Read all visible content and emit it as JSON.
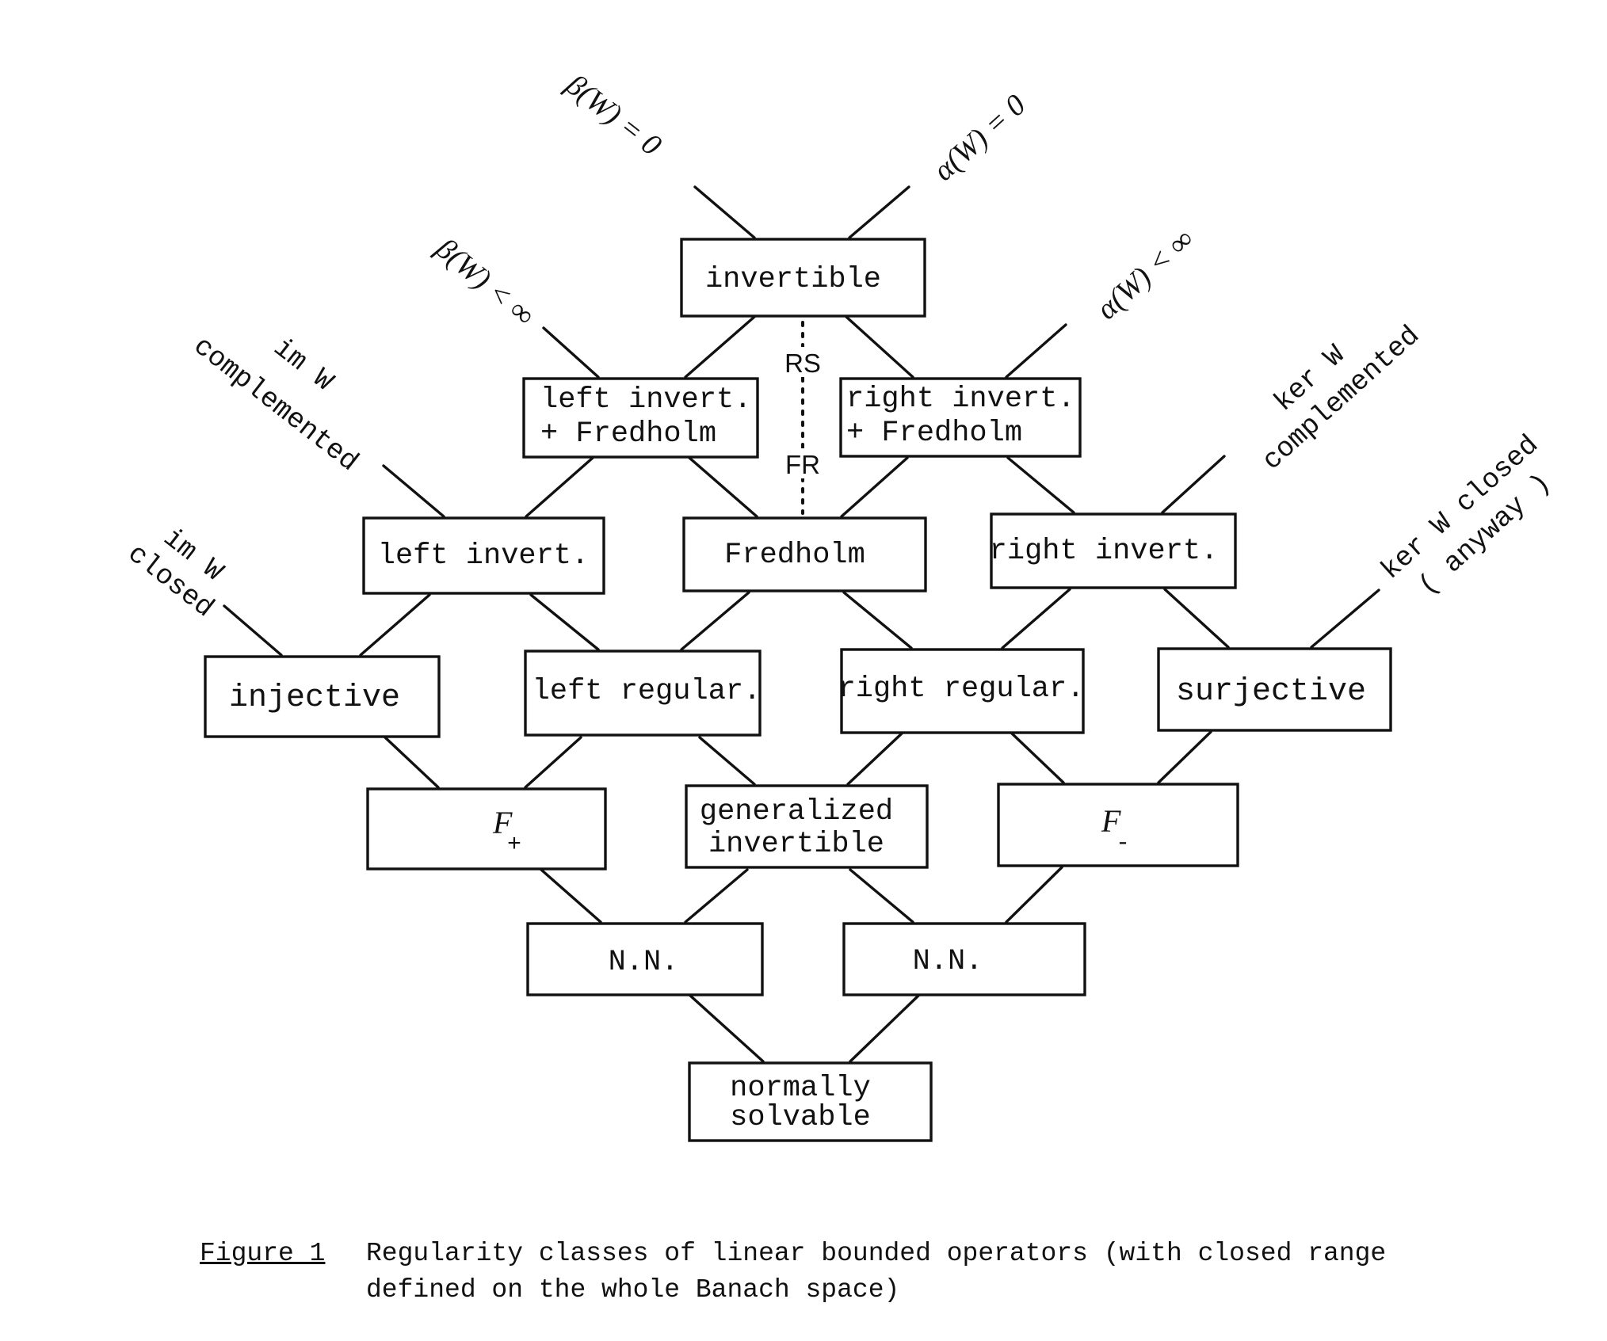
{
  "nodes": {
    "invertible": "invertible",
    "left_invert_fredholm": [
      "left invert.",
      "+ Fredholm"
    ],
    "right_invert_fredholm": [
      "right invert.",
      "+ Fredholm"
    ],
    "left_invert": "left invert.",
    "fredholm": "Fredholm",
    "right_invert": "right invert.",
    "injective": "injective",
    "left_regular": "left regular.",
    "right_regular": "right regular.",
    "surjective": "surjective",
    "f_plus": {
      "symbol": "F",
      "sub": "+"
    },
    "generalized_invertible": [
      "generalized",
      "invertible"
    ],
    "f_minus": {
      "symbol": "F",
      "sub": "-"
    },
    "nn_left": "N.N.",
    "nn_right": "N.N.",
    "normally_solvable": [
      "normally",
      "solvable"
    ]
  },
  "condition_labels": {
    "beta_zero": "β(W) = 0",
    "alpha_zero": "α(W) = 0",
    "beta_finite": "β(W) < ∞",
    "alpha_finite": "α(W) < ∞",
    "im_complemented": [
      "im W",
      "complemented"
    ],
    "ker_complemented": [
      "ker W",
      "complemented"
    ],
    "im_closed": [
      "im W",
      "closed"
    ],
    "ker_closed": [
      "ker W closed",
      "( anyway )"
    ]
  },
  "relation_labels": {
    "rs": "RS",
    "fr": "FR"
  },
  "caption": {
    "figure": "Figure 1",
    "line1": "Regularity classes of linear bounded operators (with closed range",
    "line2": "defined on the whole Banach space)"
  }
}
